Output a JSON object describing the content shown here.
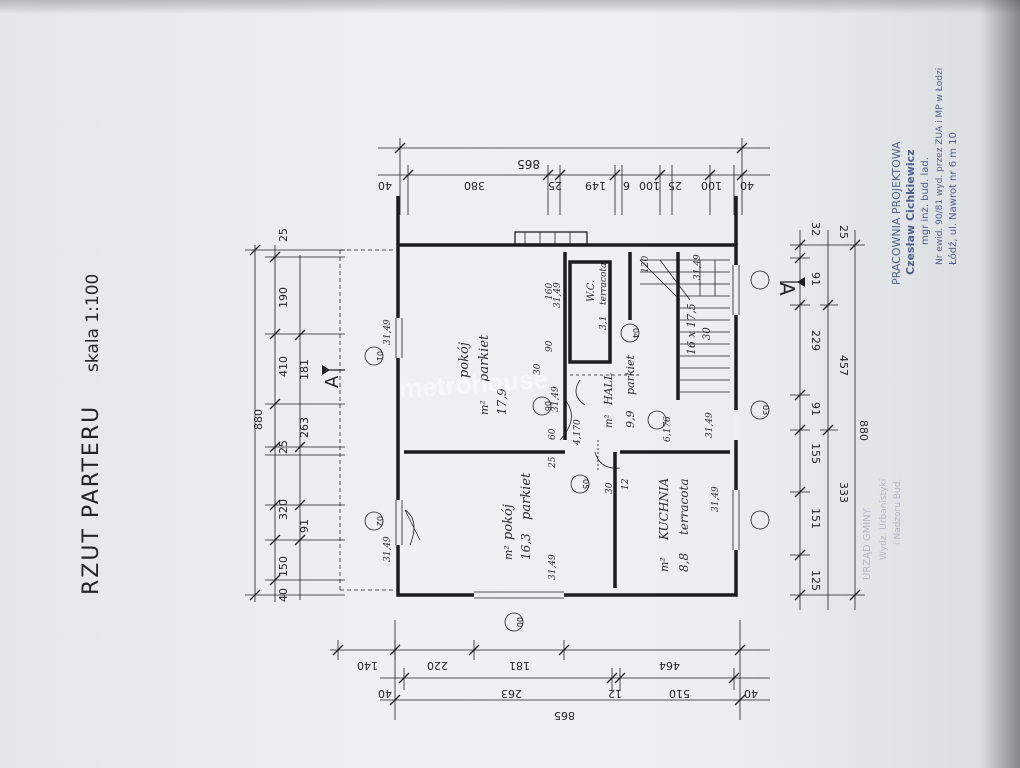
{
  "header": {
    "title": "RZUT PARTERU",
    "scale": "skala 1:100"
  },
  "rooms": {
    "room1": {
      "num": "m²",
      "name": "pokój",
      "floor": "parkiet",
      "area": "17,9",
      "code": "06"
    },
    "room2": {
      "num": "m²",
      "name": "pokój",
      "floor": "parkiet",
      "area": "16,3",
      "code": "05"
    },
    "kitchen": {
      "num": "m²",
      "name": "KUCHNIA",
      "floor": "terracota",
      "area": "8,8",
      "code": "04"
    },
    "hall": {
      "num": "m²",
      "name": "HALL",
      "floor": "parkiet",
      "area": "9,9",
      "code": "03"
    },
    "wc": {
      "name": "W.C.",
      "floor": "terracota",
      "area": "3,1"
    },
    "stair": {
      "label": "16 x 17,5",
      "sub": "30"
    }
  },
  "dimensions": {
    "top_total": "865",
    "top_row": [
      "40",
      "380",
      "25",
      "149",
      "6",
      "100",
      "25",
      "100",
      "40"
    ],
    "left_total": "880",
    "left_row": [
      "25",
      "190",
      "410",
      "181",
      "263",
      "25",
      "320",
      "91",
      "150",
      "40"
    ],
    "right_total": "880",
    "right_row": [
      "125",
      "151",
      "333",
      "155",
      "91",
      "229",
      "457",
      "91",
      "25",
      "32"
    ],
    "bottom_total": "865",
    "bottom_row1": [
      "40",
      "263",
      "12",
      "510",
      "40"
    ],
    "bottom_row2": [
      "140",
      "220",
      "181",
      "464"
    ],
    "inner": [
      "31,49",
      "31,49",
      "31,49",
      "31,49",
      "31,49",
      "31,49",
      "31,49",
      "31,49",
      "160",
      "90",
      "30",
      "60",
      "25",
      "120",
      "4,170",
      "6,176",
      "12",
      "30"
    ]
  },
  "section_marks": {
    "top": "A",
    "bottom": "A"
  },
  "axis_labels": [
    "00",
    "01",
    "02",
    "03",
    "04",
    "05",
    "06"
  ],
  "watermark": "metrohouse",
  "stamp": {
    "line1": "PRACOWNIA PROJEKTOWA",
    "line2": "Czesław Cichkiewicz",
    "line3": "mgr inż. bud. lad.",
    "line4": "Nr ewid. 90/81 wyd. przez ZUA i MP w Łodzi",
    "line5": "Łódź, ul. Nawrot nr 6 m 10"
  },
  "faded_stamp": {
    "line1": "URZĄD GMINY",
    "line2": "Wydz. Urbanistyki",
    "line3": "i Nadzoru Bud."
  }
}
